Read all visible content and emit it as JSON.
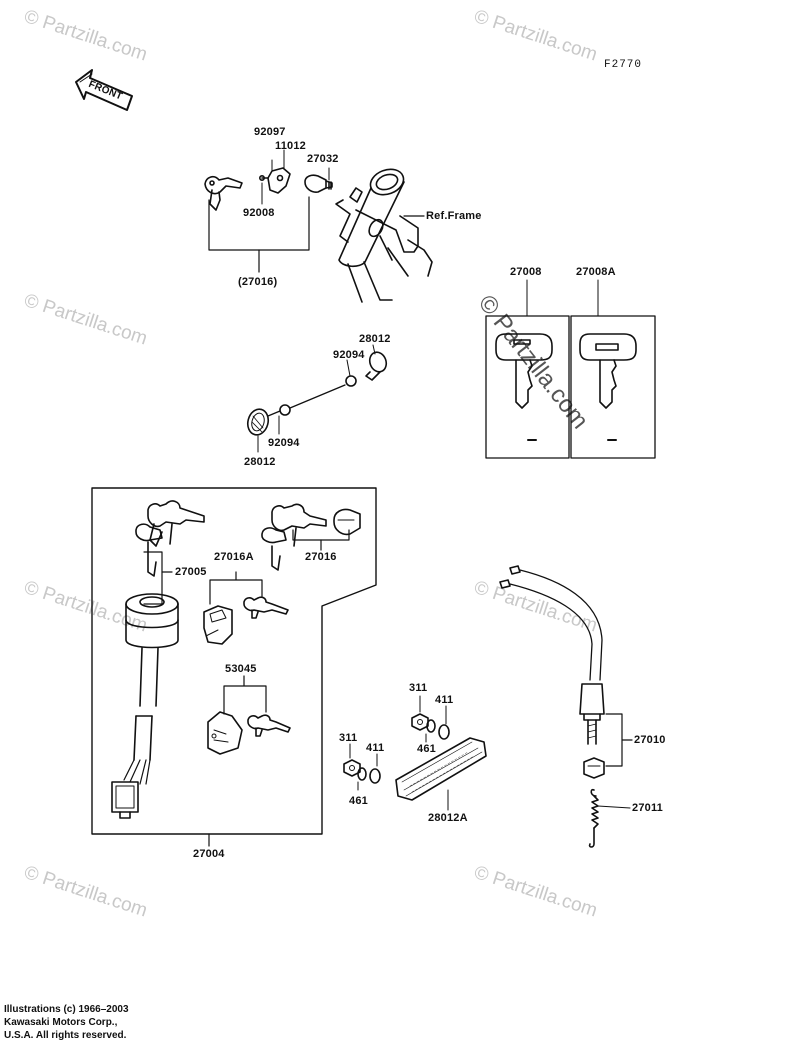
{
  "diagram_code": "F2770",
  "front_label": "FRONT",
  "ref_frame": "Ref.Frame",
  "parts": {
    "p92097": "92097",
    "p11012": "11012",
    "p27032": "27032",
    "p92008": "92008",
    "p27016_paren": "(27016)",
    "p27008": "27008",
    "p27008A": "27008A",
    "p28012_top": "28012",
    "p92094_top": "92094",
    "p92094_bot": "92094",
    "p28012_bot": "28012",
    "p27005": "27005",
    "p27016A": "27016A",
    "p27016": "27016",
    "p53045": "53045",
    "p27004": "27004",
    "p311_top": "311",
    "p411_top": "411",
    "p461_top": "461",
    "p311_bot": "311",
    "p411_bot": "411",
    "p461_bot": "461",
    "p28012A": "28012A",
    "p27010": "27010",
    "p27011": "27011"
  },
  "watermark": "© Partzilla.com",
  "watermark_big": "© Partzilla.com",
  "footer": {
    "line1": "Illustrations (c) 1966–2003",
    "line2": "Kawasaki Motors Corp.,",
    "line3": "U.S.A.  All rights reserved."
  }
}
